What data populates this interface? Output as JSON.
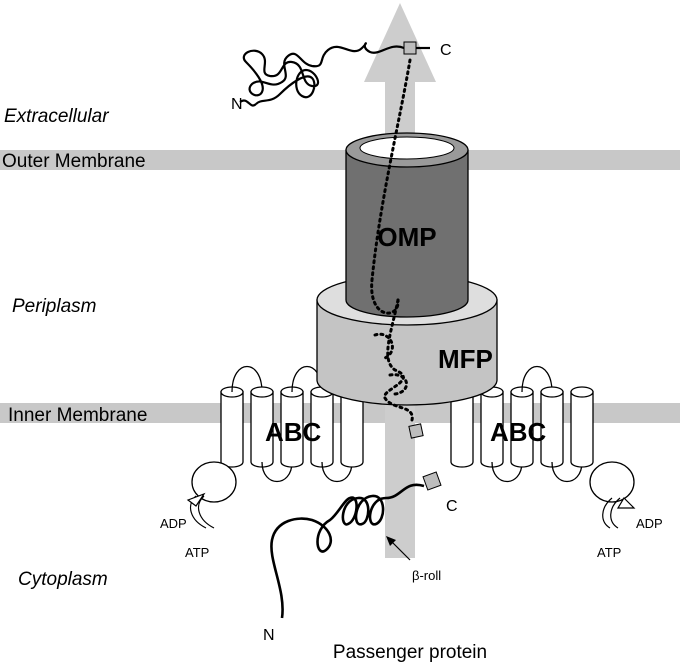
{
  "regions": {
    "extracellular": "Extracellular",
    "periplasm": "Periplasm",
    "cytoplasm": "Cytoplasm"
  },
  "membranes": {
    "outer": "Outer Membrane",
    "inner": "Inner Membrane"
  },
  "proteins": {
    "omp": "OMP",
    "mfp": "MFP",
    "abc_left": "ABC",
    "abc_right": "ABC"
  },
  "nucleotides": {
    "adp_left": "ADP",
    "atp_left": "ATP",
    "adp_right": "ADP",
    "atp_right": "ATP"
  },
  "termini": {
    "top_n": "N",
    "top_c": "C",
    "bottom_n": "N",
    "bottom_c": "C"
  },
  "annotations": {
    "beta_roll": "β-roll",
    "passenger": "Passenger protein"
  },
  "colors": {
    "membrane": "#c8c8c8",
    "arrow": "#cdcdcd",
    "omp_fill": "#707070",
    "omp_top": "#9a9a9a",
    "mfp_fill": "#c4c4c4",
    "mfp_top": "#dedede",
    "line": "#000000"
  }
}
